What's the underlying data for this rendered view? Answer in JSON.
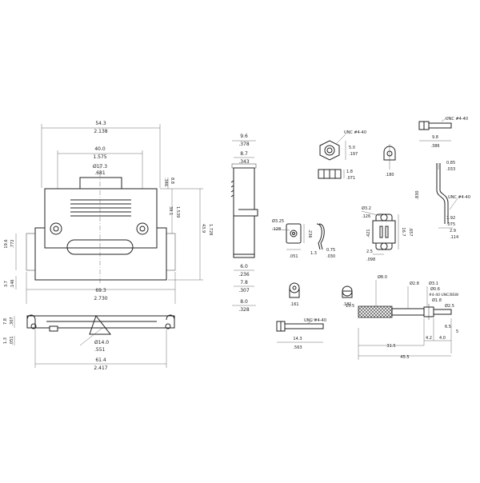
{
  "hood_front": {
    "overall_mm": "54.3",
    "overall_in": "2.138",
    "cable_exit_mm": "40.0",
    "cable_exit_in": "1.575",
    "top_hole_mm": "Ø17.3",
    "top_hole_in": ".681",
    "side_top_mm": "8.8",
    "side_top_in": ".346",
    "height_mm": "43.9",
    "height_in": "1.728",
    "screw_h_mm": "39.1",
    "screw_h_in": "1.539",
    "flange_mm": "19.6",
    "flange_in": ".772",
    "flange_b_mm": "3.7",
    "flange_b_in": ".146",
    "base_mm": "69.3",
    "base_in": "2.730"
  },
  "hood_bottom": {
    "side_a_mm": "7.8",
    "side_a_in": ".307",
    "side_b_mm": "1.3",
    "side_b_in": ".051",
    "hole_mm": "Ø14.0",
    "hole_in": ".551",
    "overall_mm": "61.4",
    "overall_in": "2.417"
  },
  "hood_side": {
    "top_mm": "9.6",
    "top_in": ".378",
    "inner_mm": "8.7",
    "inner_in": ".343",
    "d1_mm": "6.0",
    "d1_in": ".236",
    "d2_mm": "7.8",
    "d2_in": ".307",
    "bottom_mm": "8.0",
    "bottom_in": ".328"
  },
  "nut": {
    "thread": "UNC #4-40",
    "h_mm": "5.0",
    "h_in": ".197",
    "t_mm": "1.8",
    "t_in": ".071"
  },
  "washer": {
    "id_in": ".180"
  },
  "clip": {
    "d1_mm": "Ø3.25",
    "d1_in": ".128",
    "w_mm": "1.3",
    "w_in": ".051",
    "h_in": ".236",
    "t_mm": "0.75",
    "t_in": ".030"
  },
  "screw_small": {
    "thread": "UNC #4-40",
    "l_mm": "9.8",
    "l_in": ".386"
  },
  "spring": {
    "w_mm": "0.85",
    "w_in": ".033",
    "h_in": ".830",
    "thread": "UNC #4-40",
    "a_mm": "1.92",
    "a_in": ".075",
    "b_mm": "2.9",
    "b_in": ".114"
  },
  "bracket": {
    "hole_mm": "Ø3.2",
    "w_in": ".126",
    "h_mm": "16.7",
    "h_in": ".657",
    "w2_mm": "2.5",
    "w2_in": ".098",
    "s_in": ".421"
  },
  "lock_top": {
    "in": ".161"
  },
  "screw_long_top": {
    "in": ".181"
  },
  "screw_long": {
    "thread": "UNC #4-40",
    "l_mm": "14.3",
    "l_in": ".563"
  },
  "thumbscrew": {
    "d_mm": "Ø8.0",
    "r1": "Ø2.8",
    "r2": "Ø3.1",
    "r3": "Ø0.6",
    "thread": "#4-40 UNC/BSW",
    "r4": "Ø1.8",
    "r5": "Ø2.5",
    "knurl": "15.5",
    "seg": "31.5",
    "a": "4.2",
    "b": "4.0",
    "c": "5",
    "d": "6.5",
    "total": "45.5"
  }
}
